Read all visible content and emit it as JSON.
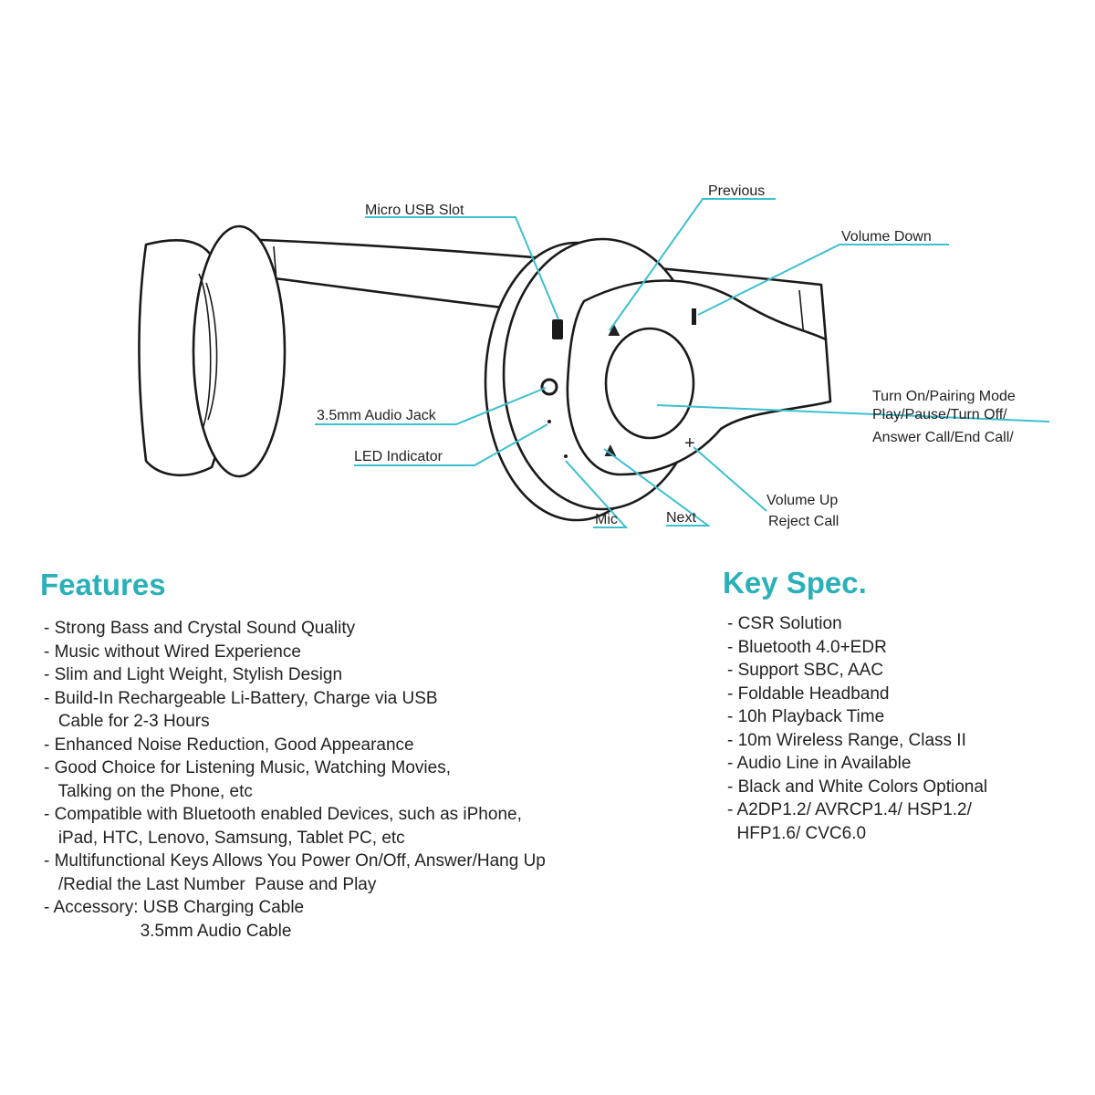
{
  "diagram": {
    "callouts": {
      "micro_usb": "Micro USB Slot",
      "previous": "Previous",
      "volume_down": "Volume Down",
      "turn_on_1": "Turn On/Pairing Mode",
      "turn_on_2": "Play/Pause/Turn Off/",
      "turn_on_3": "Answer Call/End Call/",
      "audio_jack": "3.5mm Audio Jack",
      "led": "LED Indicator",
      "mic": "Mic",
      "next": "Next",
      "volume_up_1": "Volume Up",
      "volume_up_2": "Reject Call"
    },
    "accent_color": "#3cc0d0"
  },
  "features": {
    "title": "Features",
    "lines": [
      "- Strong Bass and Crystal Sound Quality",
      "- Music without Wired Experience",
      "- Slim and Light Weight, Stylish Design",
      "- Build-In Rechargeable Li-Battery, Charge via USB",
      "   Cable for 2-3 Hours",
      "- Enhanced Noise Reduction, Good Appearance",
      "- Good Choice for Listening Music, Watching Movies,",
      "   Talking on the Phone, etc",
      "- Compatible with Bluetooth enabled Devices, such as iPhone,",
      "   iPad, HTC, Lenovo, Samsung, Tablet PC, etc",
      "- Multifunctional Keys Allows You Power On/Off, Answer/Hang Up",
      "   /Redial the Last Number  Pause and Play",
      "- Accessory: USB Charging Cable",
      "                    3.5mm Audio Cable"
    ]
  },
  "key_spec": {
    "title": "Key Spec.",
    "lines": [
      "- CSR Solution",
      "- Bluetooth 4.0+EDR",
      "- Support SBC, AAC",
      "- Foldable Headband",
      "- 10h Playback Time",
      "- 10m Wireless Range, Class II",
      "- Audio Line in Available",
      "- Black and White Colors Optional",
      "- A2DP1.2/ AVRCP1.4/ HSP1.2/",
      "  HFP1.6/ CVC6.0"
    ],
    "title_color": "#2ab0b8"
  }
}
